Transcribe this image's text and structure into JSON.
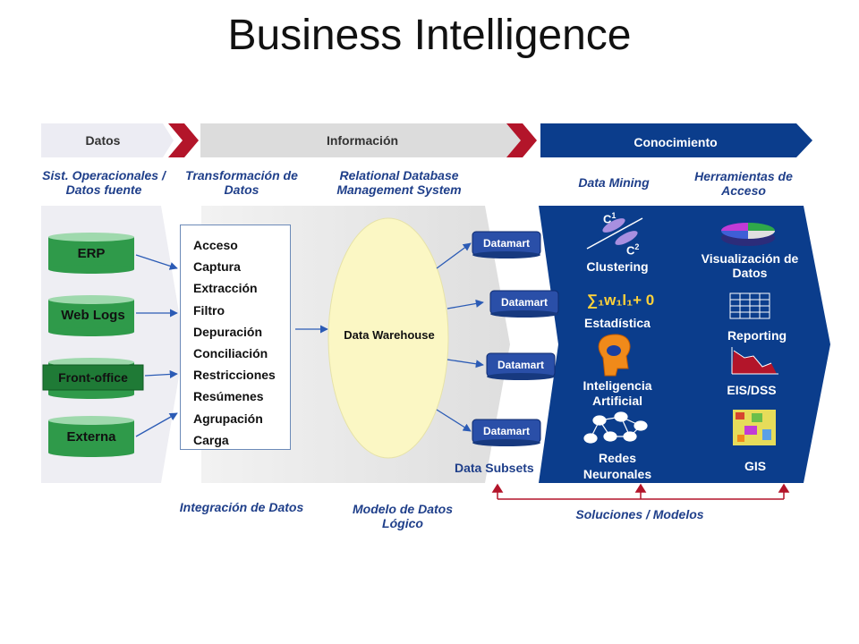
{
  "title": "Business Intelligence",
  "header": {
    "datos": "Datos",
    "informacion": "Información",
    "conocimiento": "Conocimiento"
  },
  "subheaders": {
    "sources": "Sist. Operacionales / Datos fuente",
    "transform": "Transformación de Datos",
    "rdbms": "Relational Database Management System",
    "data_mining": "Data Mining",
    "tools": "Herramientas de Acceso"
  },
  "sources": [
    "ERP",
    "Web Logs",
    "Front-office",
    "Externa"
  ],
  "process_steps": [
    "Acceso",
    "Captura",
    "Extracción",
    "Filtro",
    "Depuración",
    "Conciliación",
    "Restricciones",
    "Resúmenes",
    "Agrupación",
    "Carga"
  ],
  "warehouse": "Data Warehouse",
  "datamarts": [
    "Datamart",
    "Datamart",
    "Datamart",
    "Datamart"
  ],
  "data_subsets": "Data Subsets",
  "mining": {
    "clustering": "Clustering",
    "c1": "C",
    "c1_sup": "1",
    "c2": "C",
    "c2_sup": "2",
    "formula": "∑₁w₁l₁+ 0",
    "estadistica": "Estadística",
    "ia_1": "Inteligencia",
    "ia_2": "Artificial",
    "redes_1": "Redes",
    "redes_2": "Neuronales"
  },
  "tools": {
    "visualizacion_1": "Visualización de",
    "visualizacion_2": "Datos",
    "reporting": "Reporting",
    "eis": "EIS/DSS",
    "gis": "GIS"
  },
  "footer": {
    "integracion": "Integración de Datos",
    "modelo": "Modelo de Datos Lógico",
    "soluciones": "Soluciones / Modelos"
  },
  "colors": {
    "navy": "#0b3d8c",
    "source_green": "#2f9a4a",
    "chevron_red": "#b3152a",
    "header_gray": "#dcdcdc",
    "warehouse_fill": "#fbf7c4"
  }
}
